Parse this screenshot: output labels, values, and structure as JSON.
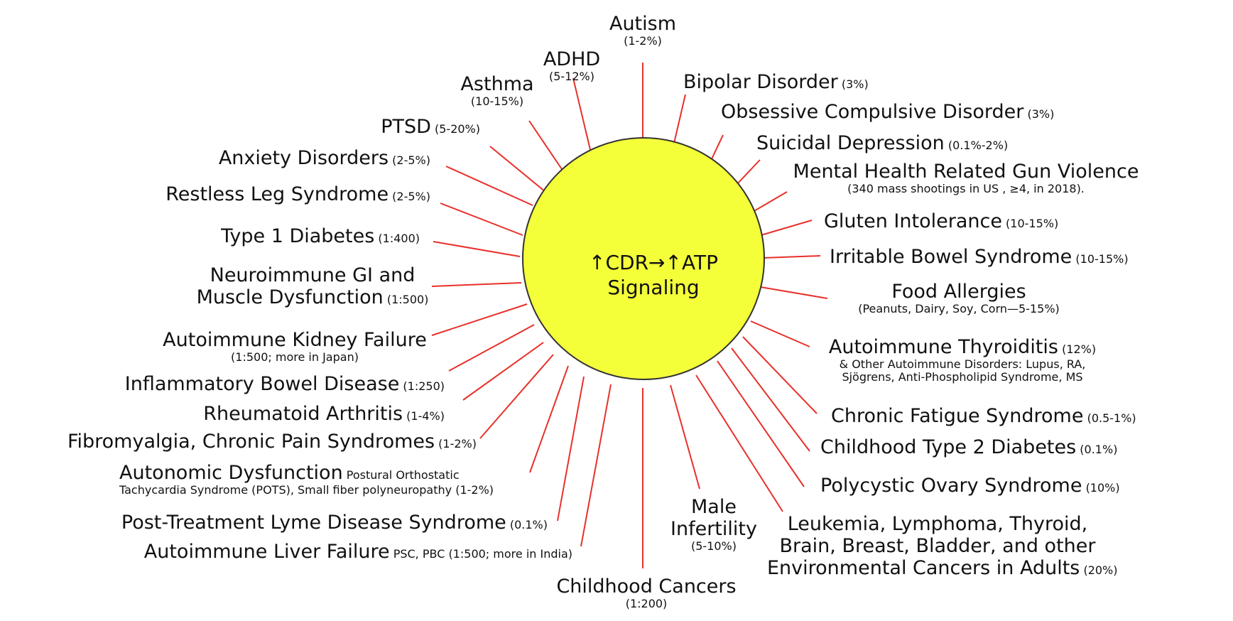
{
  "hub": {
    "line1": "↑CDR→↑ATP",
    "line2": "Signaling",
    "color": "#f4ff3a"
  },
  "ray_color": "#e8302a",
  "conditions": {
    "autism": {
      "name": "Autism",
      "stat": "(1-2%)"
    },
    "adhd": {
      "name": "ADHD",
      "stat": "(5-12%)"
    },
    "asthma": {
      "name": "Asthma",
      "stat": "(10-15%)"
    },
    "ptsd": {
      "name": "PTSD",
      "stat": "(5-20%)"
    },
    "anxiety": {
      "name": "Anxiety Disorders",
      "stat": "(2-5%)"
    },
    "rls": {
      "name": "Restless Leg Syndrome",
      "stat": "(2-5%)"
    },
    "t1d": {
      "name": "Type 1 Diabetes",
      "stat": "(1:400)"
    },
    "neuroimmune": {
      "name_line1": "Neuroimmune GI and",
      "name_line2": "Muscle Dysfunction",
      "stat": "(1:500)"
    },
    "kidney": {
      "name": "Autoimmune Kidney Failure",
      "stat": "(1:500; more in Japan)"
    },
    "ibd": {
      "name": "Inflammatory Bowel Disease",
      "stat": "(1:250)"
    },
    "ra": {
      "name": "Rheumatoid Arthritis",
      "stat": "(1-4%)"
    },
    "fibro": {
      "name": "Fibromyalgia, Chronic Pain Syndromes",
      "stat": "(1-2%)"
    },
    "autonomic": {
      "name": "Autonomic Dysfunction",
      "detail_line1": "Postural Orthostatic",
      "detail_line2": "Tachycardia Syndrome (POTS), Small fiber polyneuropathy (1-2%)"
    },
    "lyme": {
      "name": "Post-Treatment Lyme Disease Syndrome",
      "stat": "(0.1%)"
    },
    "liver": {
      "name": "Autoimmune Liver Failure",
      "stat": "PSC, PBC (1:500; more in India)"
    },
    "child_cancer": {
      "name": "Childhood Cancers",
      "stat": "(1:200)"
    },
    "male_infert": {
      "name_line1": "Male",
      "name_line2": "Infertility",
      "stat": "(5-10%)"
    },
    "adult_cancer": {
      "line1": "Leukemia, Lymphoma, Thyroid,",
      "line2": "Brain, Breast, Bladder, and other",
      "line3": "Environmental Cancers in Adults",
      "stat": "(20%)"
    },
    "pcos": {
      "name": "Polycystic Ovary Syndrome",
      "stat": "(10%)"
    },
    "t2d": {
      "name": "Childhood Type 2 Diabetes",
      "stat": "(0.1%)"
    },
    "cfs": {
      "name": "Chronic Fatigue Syndrome",
      "stat": "(0.5-1%)"
    },
    "thyroiditis": {
      "name": "Autoimmune Thyroiditis",
      "stat": "(12%)",
      "detail_prefix": "& Other Autoimmune Disorders:",
      "detail_line1": "Lupus, RA,",
      "detail_line2": "Sjögrens, Anti-Phospholipid Syndrome, MS"
    },
    "food": {
      "name": "Food Allergies",
      "stat": "(Peanuts, Dairy, Soy, Corn—5-15%)"
    },
    "ibs": {
      "name": "Irritable Bowel Syndrome",
      "stat": "(10-15%)"
    },
    "gluten": {
      "name": "Gluten Intolerance",
      "stat": "(10-15%)"
    },
    "gun": {
      "name": "Mental Health Related Gun Violence",
      "stat": "(340 mass shootings in US , ≥4, in 2018)."
    },
    "suicidal": {
      "name": "Suicidal Depression",
      "stat": "(0.1%-2%)"
    },
    "ocd": {
      "name": "Obsessive Compulsive Disorder",
      "stat": "(3%)"
    },
    "bipolar": {
      "name": "Bipolar Disorder",
      "stat": "(3%)"
    }
  }
}
